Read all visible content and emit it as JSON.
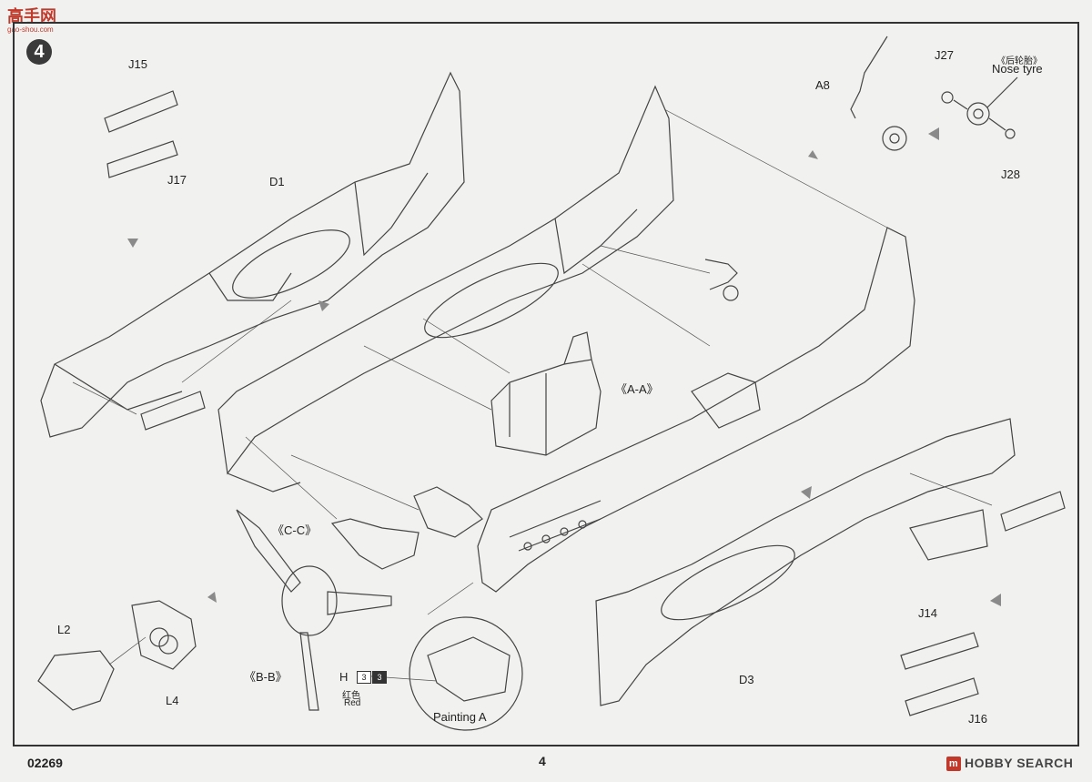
{
  "watermark": {
    "brand_top": "高手网",
    "brand_sub": "gao-shou.com"
  },
  "step_number": "4",
  "parts": {
    "J15": "J15",
    "J17": "J17",
    "D1": "D1",
    "A8": "A8",
    "J27": "J27",
    "J28": "J28",
    "nose_tyre_cn": "《后轮胎》",
    "nose_tyre_en": "Nose tyre",
    "A_A": "《A-A》",
    "C_C": "《C-C》",
    "B_B": "《B-B》",
    "L2": "L2",
    "L4": "L4",
    "D3": "D3",
    "J14": "J14",
    "J16": "J16"
  },
  "paint": {
    "code_letter": "H",
    "code_a": "3",
    "code_b": "3",
    "color_cn": "红色",
    "color_en": "Red",
    "painting_label": "Painting A"
  },
  "footer": {
    "code": "02269",
    "page": "4",
    "brand": "HOBBY SEARCH",
    "brand_logo": "m"
  }
}
